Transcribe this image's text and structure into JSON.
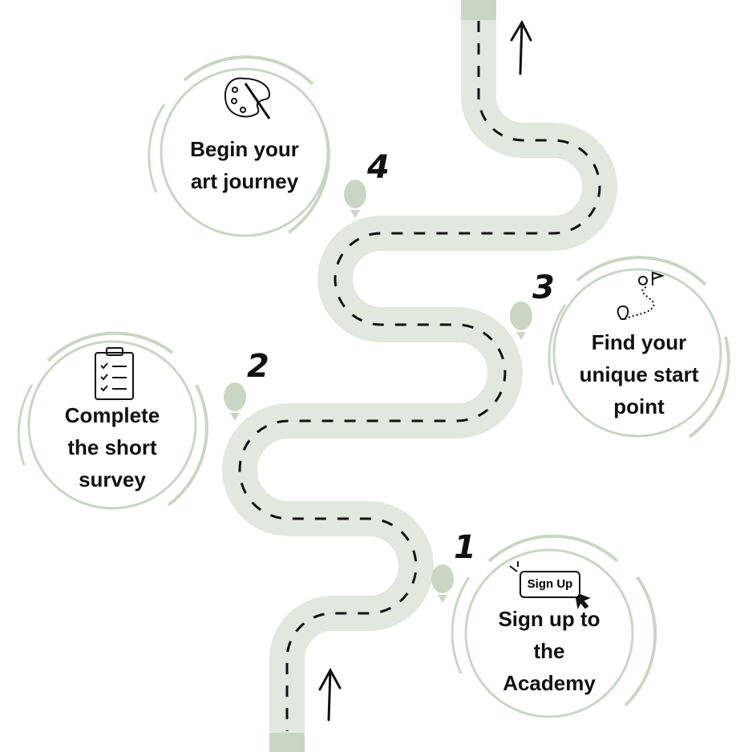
{
  "colors": {
    "road": "#e3e8df",
    "road_cap": "#c9d6c4",
    "accent": "#c9d6c4",
    "text": "#111111"
  },
  "steps": [
    {
      "number": "1",
      "title_lines": [
        "Sign up to",
        "the",
        "Academy"
      ],
      "icon": "sign-up-button-icon",
      "icon_text": "Sign Up"
    },
    {
      "number": "2",
      "title_lines": [
        "Complete",
        "the short",
        "survey"
      ],
      "icon": "clipboard-checklist-icon"
    },
    {
      "number": "3",
      "title_lines": [
        "Find your",
        "unique start",
        "point"
      ],
      "icon": "route-map-icon"
    },
    {
      "number": "4",
      "title_lines": [
        "Begin your",
        "art journey"
      ],
      "icon": "paint-palette-icon"
    }
  ]
}
